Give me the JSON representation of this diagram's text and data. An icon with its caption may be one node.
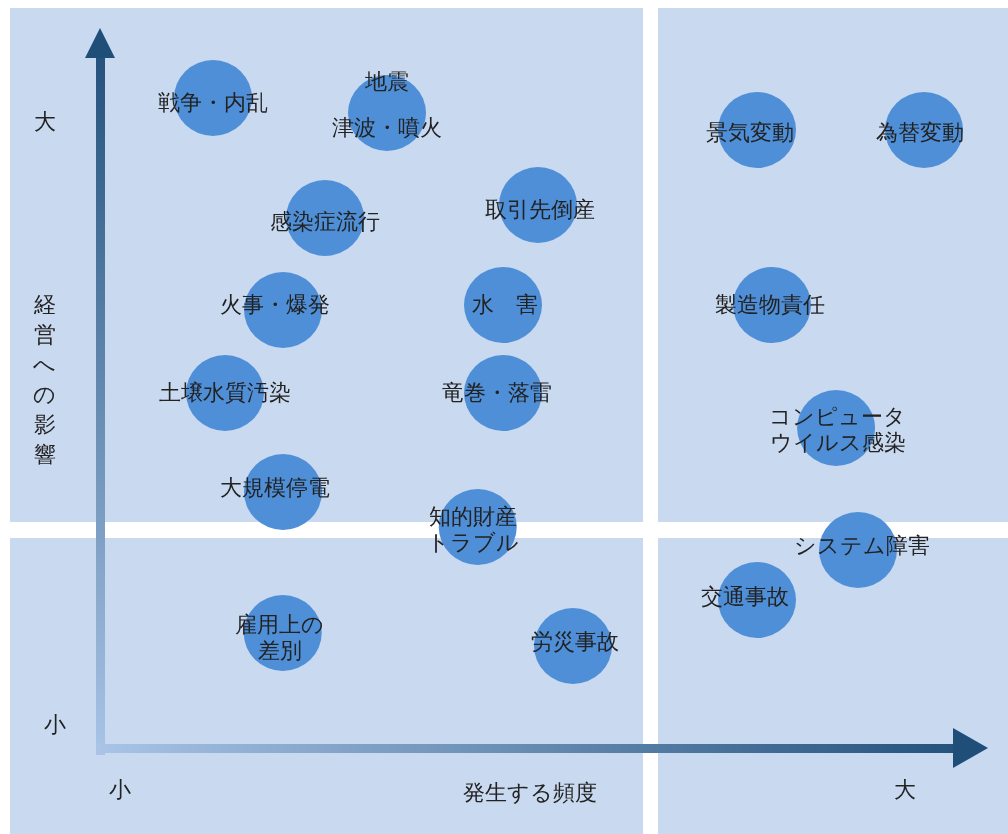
{
  "diagram": {
    "nodes": [
      {
        "text": [
          "戦争・内乱"
        ]
      },
      {
        "text": [
          "地震",
          "津波・噴火"
        ]
      },
      {
        "text": [
          "景気変動"
        ]
      },
      {
        "text": [
          "為替変動"
        ]
      },
      {
        "text": [
          "感染症流行"
        ]
      },
      {
        "text": [
          "取引先倒産"
        ]
      },
      {
        "text": [
          "火事・爆発"
        ]
      },
      {
        "text": [
          "水　害"
        ]
      },
      {
        "text": [
          "製造物責任"
        ]
      },
      {
        "text": [
          "土壌水質汚染"
        ]
      },
      {
        "text": [
          "竜巻・落雷"
        ]
      },
      {
        "text": [
          "コンピュータウイルス感染"
        ]
      },
      {
        "text": [
          "大規模停電"
        ]
      },
      {
        "text": [
          "知的財産トラブル"
        ]
      },
      {
        "text": [
          "システム障害"
        ]
      },
      {
        "text": [
          "交通事故"
        ]
      },
      {
        "text": [
          "雇用上の差別"
        ]
      },
      {
        "text": [
          "労災事故"
        ]
      }
    ],
    "edges": [],
    "labels": [
      "大",
      "経営への影響",
      "小",
      "小",
      "発生する頻度",
      "大"
    ]
  }
}
